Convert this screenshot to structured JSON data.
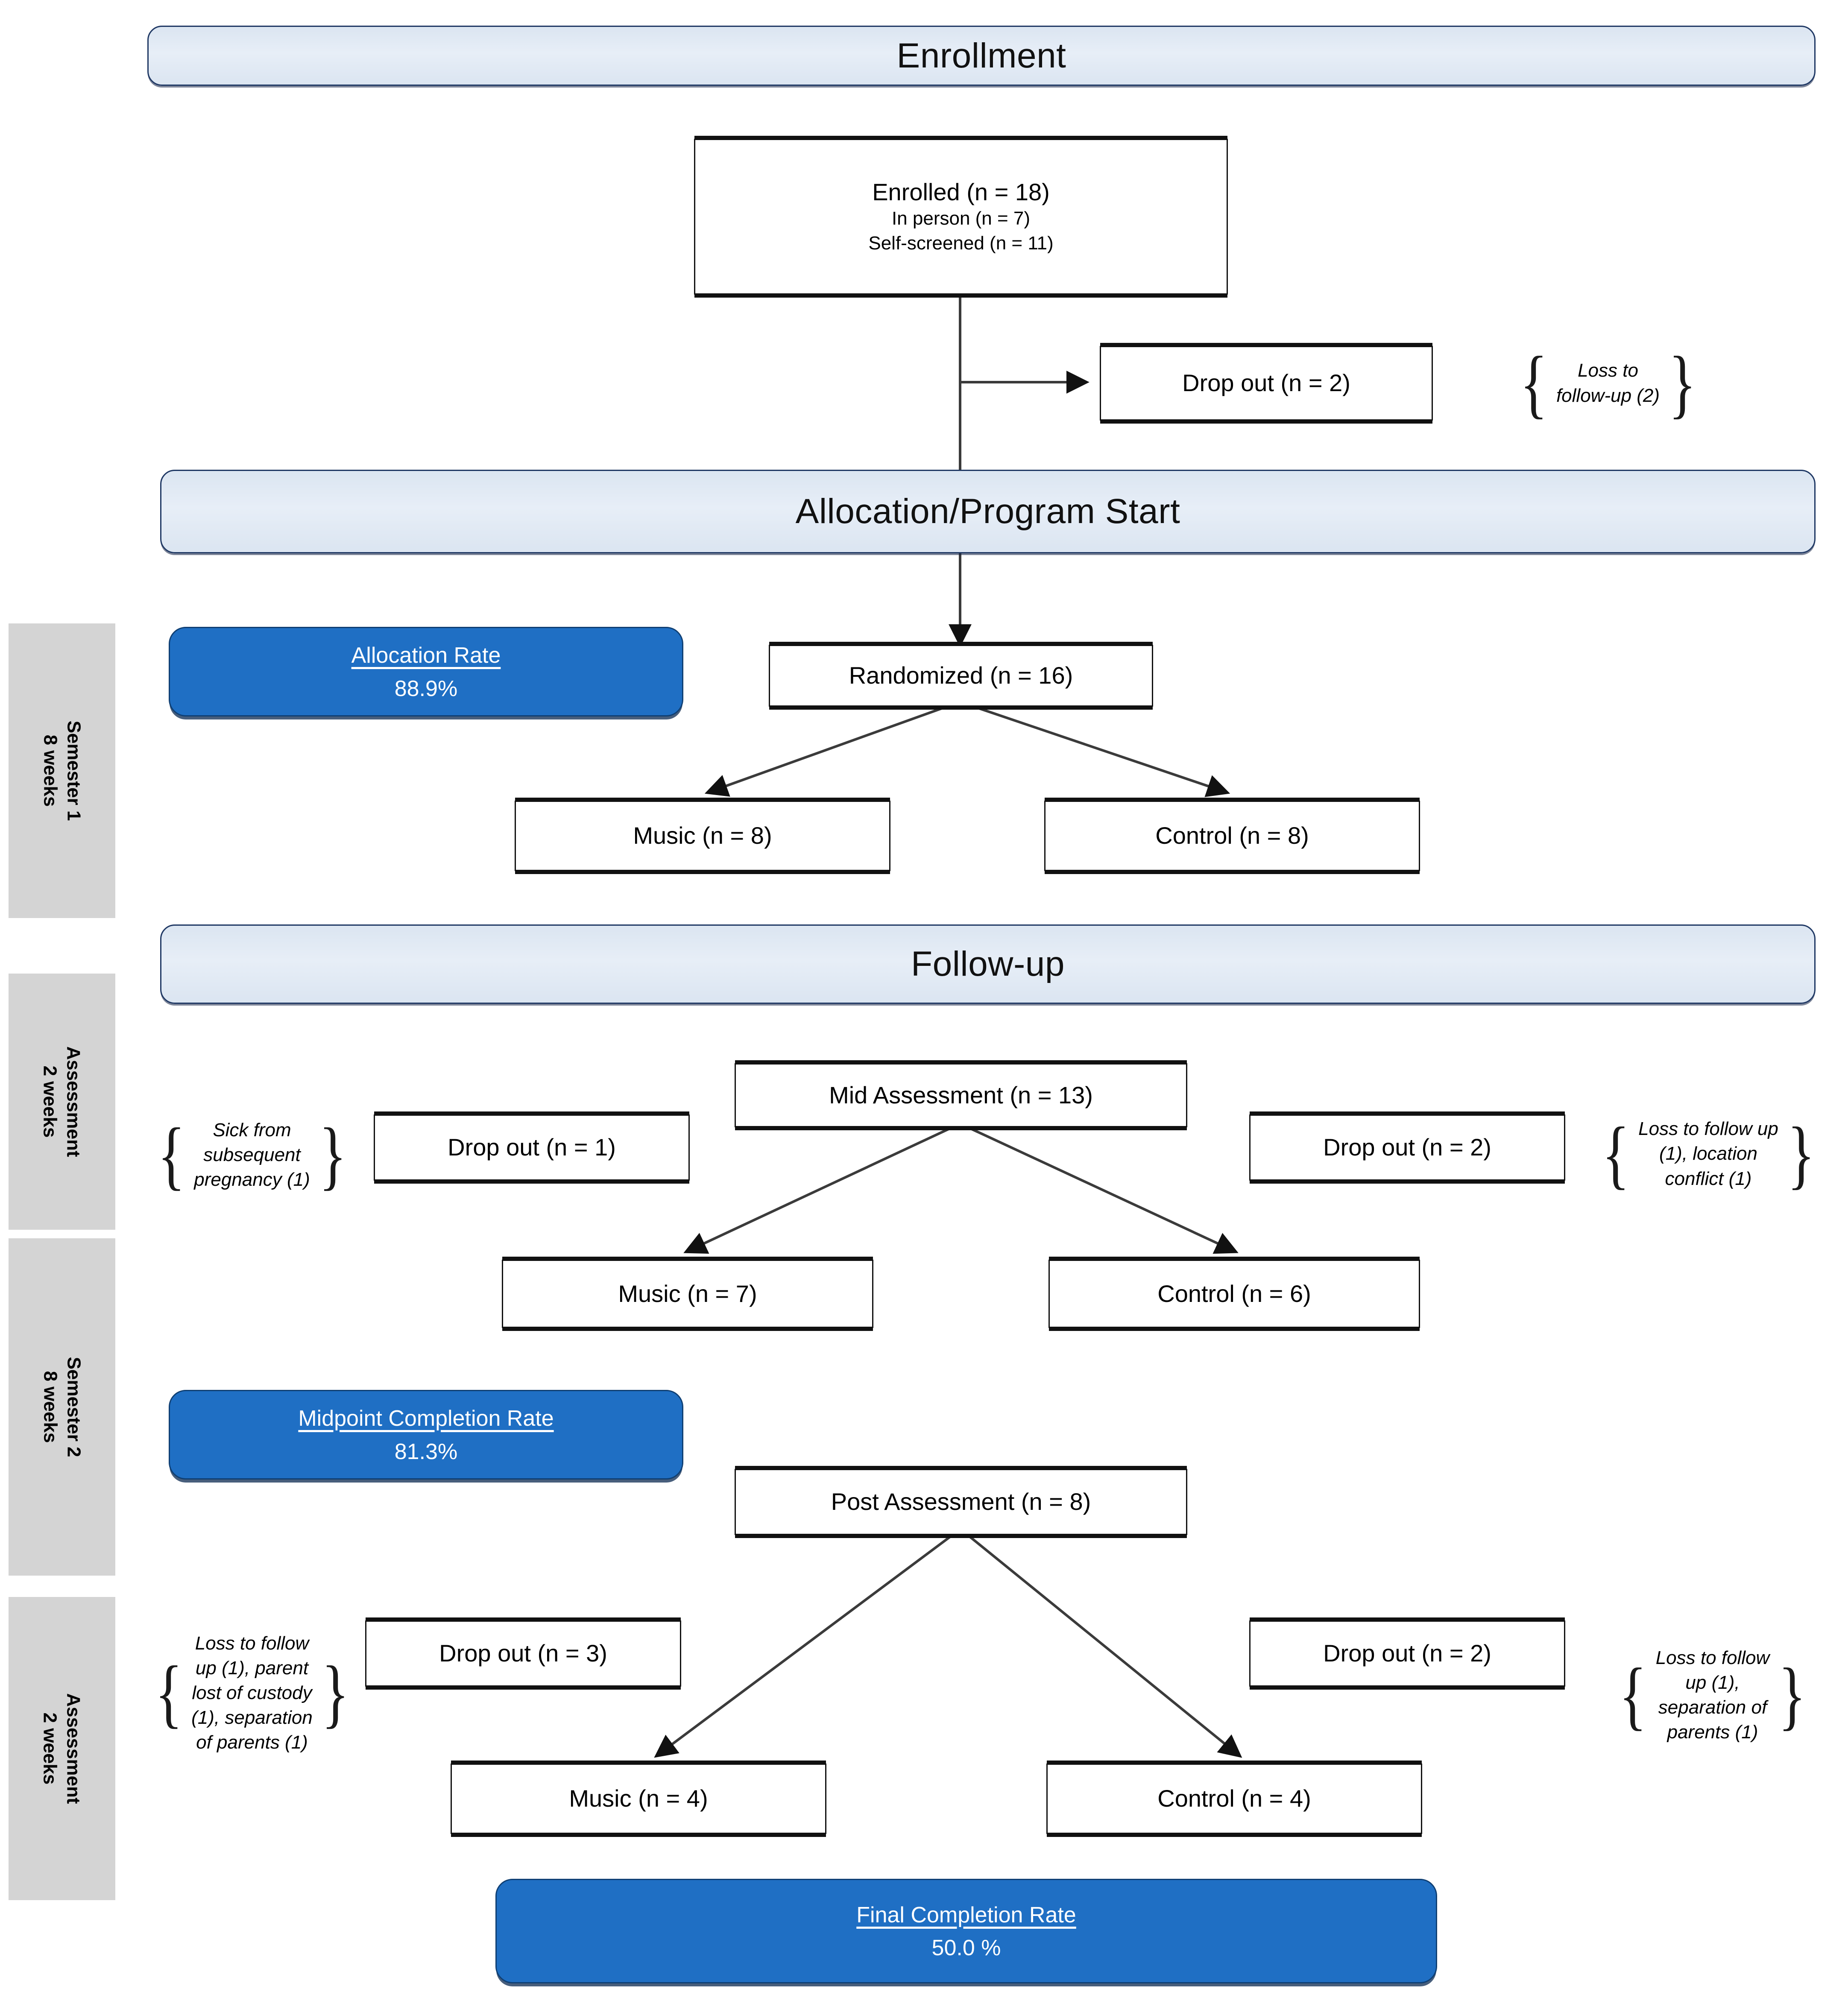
{
  "banners": [
    {
      "id": "enrollment",
      "label": "Enrollment"
    },
    {
      "id": "allocation",
      "label": "Allocation/Program Start"
    },
    {
      "id": "followup",
      "label": "Follow-up"
    }
  ],
  "phase_labels": [
    {
      "id": "semester1",
      "line1": "Semester 1",
      "line2": "8 weeks"
    },
    {
      "id": "assessment1",
      "line1": "Assessment",
      "line2": "2 weeks"
    },
    {
      "id": "semester2",
      "line1": "Semester 2",
      "line2": "8 weeks"
    },
    {
      "id": "assessment2",
      "line1": "Assessment",
      "line2": "2 weeks"
    }
  ],
  "nodes": {
    "enrolled": {
      "line1": "Enrolled (n = 18)",
      "line2": "In person (n = 7)",
      "line3": "Self-screened (n = 11)"
    },
    "dropout_enrollment": {
      "label": "Drop out (n = 2)"
    },
    "randomized": {
      "label": "Randomized (n = 16)"
    },
    "music_s1": {
      "label": "Music (n = 8)"
    },
    "control_s1": {
      "label": "Control (n = 8)"
    },
    "mid_assessment": {
      "label": "Mid Assessment (n = 13)"
    },
    "dropout_mid_left": {
      "label": "Drop out (n = 1)"
    },
    "dropout_mid_right": {
      "label": "Drop out (n = 2)"
    },
    "music_s2": {
      "label": "Music (n = 7)"
    },
    "control_s2": {
      "label": "Control (n = 6)"
    },
    "post_assessment": {
      "label": "Post Assessment (n = 8)"
    },
    "dropout_post_left": {
      "label": "Drop out (n = 3)"
    },
    "dropout_post_right": {
      "label": "Drop out (n = 2)"
    },
    "music_final": {
      "label": "Music (n = 4)"
    },
    "control_final": {
      "label": "Control (n = 4)"
    }
  },
  "badges": {
    "allocation_rate": {
      "title": "Allocation  Rate",
      "value": "88.9%"
    },
    "midpoint_rate": {
      "title": "Midpoint Completion Rate",
      "value": "81.3%"
    },
    "final_rate": {
      "title": "Final Completion Rate",
      "value": "50.0 %"
    }
  },
  "annotations": {
    "enrollment_reason": "Loss to\nfollow-up (2)",
    "mid_left_reason": "Sick from\nsubsequent\npregnancy (1)",
    "mid_right_reason": "Loss to follow up\n(1), location\nconflict (1)",
    "post_left_reason": "Loss to follow\nup (1), parent\nlost of custody\n(1), separation\nof parents (1)",
    "post_right_reason": "Loss to follow\nup (1),\nseparation of\nparents (1)"
  },
  "colors": {
    "banner_fill": "#dbe5f1",
    "banner_border": "#1f3864",
    "badge_fill": "#1f6fc4",
    "phase_fill": "#d4d4d4",
    "node_border": "#111111"
  },
  "chart_data": {
    "type": "diagram",
    "title": "CONSORT participant flow diagram",
    "stages": [
      {
        "stage": "Enrolled",
        "n": 18,
        "detail": {
          "In person": 7,
          "Self-screened": 11
        }
      },
      {
        "stage": "Drop out after enrollment",
        "n": 2
      },
      {
        "stage": "Randomized",
        "n": 16,
        "arms": {
          "Music": 8,
          "Control": 8
        }
      },
      {
        "stage": "Mid Assessment",
        "n": 13,
        "arms": {
          "Music": 7,
          "Control": 6
        },
        "dropouts": {
          "Music": 1,
          "Control": 2
        }
      },
      {
        "stage": "Post Assessment",
        "n": 8,
        "arms": {
          "Music": 4,
          "Control": 4
        },
        "dropouts": {
          "Music": 3,
          "Control": 2
        }
      }
    ],
    "rates": [
      {
        "name": "Allocation  Rate",
        "value": 88.9,
        "unit": "%"
      },
      {
        "name": "Midpoint Completion Rate",
        "value": 81.3,
        "unit": "%"
      },
      {
        "name": "Final Completion Rate",
        "value": 50.0,
        "unit": "%"
      }
    ]
  }
}
